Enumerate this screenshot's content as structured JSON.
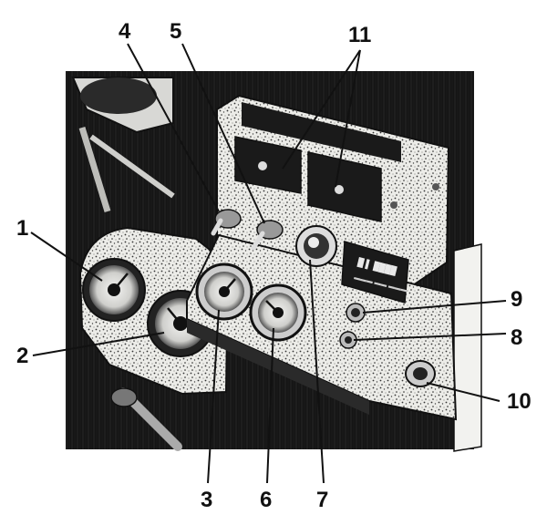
{
  "callouts": {
    "c1": "1",
    "c2": "2",
    "c3": "3",
    "c4": "4",
    "c5": "5",
    "c6": "6",
    "c7": "7",
    "c8": "8",
    "c9": "9",
    "c10": "10",
    "c11": "11"
  },
  "nameplate": {
    "line1": "█ ▌ ████",
    "line2": "▬▬▬ ▬▬ ▬▬▬"
  },
  "colors": {
    "ink": "#111111",
    "panel": "#e9e9e6",
    "shadow": "#2a2a2a",
    "paper": "#ffffff"
  }
}
